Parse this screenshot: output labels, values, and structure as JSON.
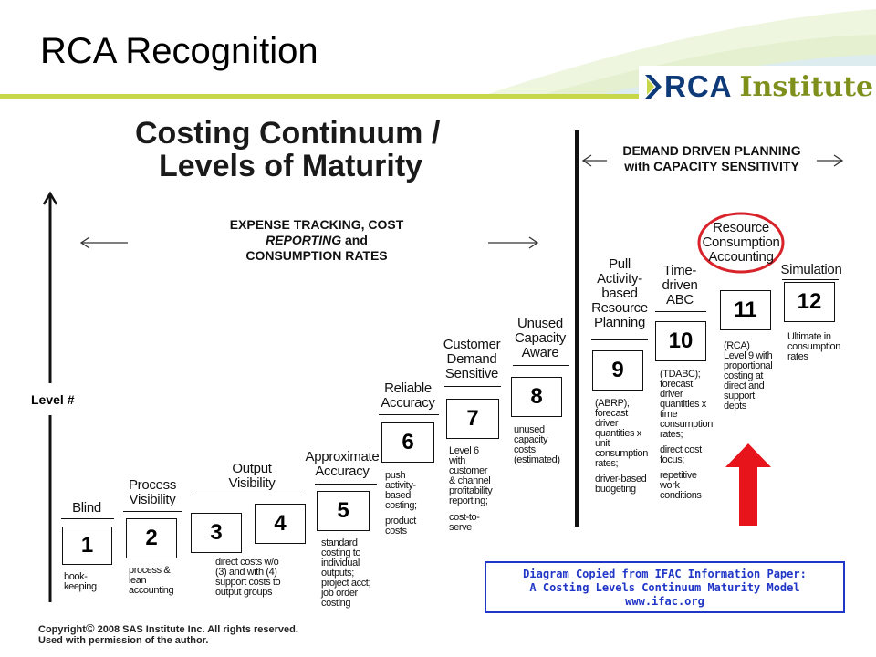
{
  "slide": {
    "title": "RCA Recognition",
    "logo_main": "RCA",
    "logo_sub": "Institute"
  },
  "diagram": {
    "title_line1": "Costing Continuum /",
    "title_line2": "Levels of Maturity",
    "left_heading_line1": "EXPENSE TRACKING, COST",
    "left_heading_line2_em": "REPORTING",
    "left_heading_line2_rest": " and",
    "left_heading_line3": "CONSUMPTION RATES",
    "right_heading_line1": "DEMAND DRIVEN PLANNING",
    "right_heading_line2": "with CAPACITY SENSITIVITY",
    "axis_label": "Level #",
    "levels": [
      {
        "num": "1",
        "label": [
          "Blind"
        ],
        "note": [
          "book-",
          "keeping"
        ]
      },
      {
        "num": "2",
        "label": [
          "Process",
          "Visibility"
        ],
        "note": [
          "process &",
          "lean",
          "accounting"
        ]
      },
      {
        "num": "3",
        "label": [],
        "note": []
      },
      {
        "num": "4",
        "label": [],
        "note": []
      },
      {
        "num": "5",
        "label": [
          "Approximate",
          "Accuracy"
        ],
        "note": [
          "standard",
          "costing to",
          "individual",
          "outputs;",
          "project acct;",
          "job order",
          "costing"
        ]
      },
      {
        "num": "6",
        "label": [
          "Reliable",
          "Accuracy"
        ],
        "note": [
          "push",
          "activity-",
          "based",
          "costing;",
          "",
          "product",
          "costs"
        ]
      },
      {
        "num": "7",
        "label": [
          "Customer",
          "Demand",
          "Sensitive"
        ],
        "note": [
          "Level 6",
          "with",
          "customer",
          "& channel",
          "profitability",
          "reporting;",
          "",
          "cost-to-",
          "serve"
        ]
      },
      {
        "num": "8",
        "label": [
          "Unused",
          "Capacity",
          "Aware"
        ],
        "note": [
          "unused",
          "capacity",
          "costs",
          "(estimated)"
        ]
      },
      {
        "num": "9",
        "label": [
          "Pull",
          "Activity-",
          "based",
          "Resource",
          "Planning"
        ],
        "note": [
          "(ABRP);",
          "forecast",
          "driver",
          "quantities x",
          "unit",
          "consumption",
          "rates;",
          "",
          "driver-based",
          "budgeting"
        ]
      },
      {
        "num": "10",
        "label": [
          "Time-",
          "driven",
          "ABC"
        ],
        "note": [
          "(TDABC);",
          "forecast",
          "driver",
          "quantities x",
          "time",
          "consumption",
          "rates;",
          "",
          "direct cost",
          "focus;",
          "",
          "repetitive",
          "work",
          "conditions"
        ]
      },
      {
        "num": "11",
        "label": [
          "Resource",
          "Consumption",
          "Accounting"
        ],
        "note": [
          "(RCA)",
          "Level 9 with",
          "proportional",
          "costing at",
          "direct and",
          "support",
          "depts"
        ]
      },
      {
        "num": "12",
        "label": [
          "Simulation"
        ],
        "note": [
          "Ultimate in",
          "consumption",
          "rates"
        ]
      }
    ],
    "output_visibility_label": [
      "Output",
      "Visibility"
    ],
    "output_visibility_note": [
      "direct costs w/o",
      "(3) and with (4)",
      "support costs to",
      "output groups"
    ],
    "citation_line1": "Diagram Copied from IFAC Information Paper:",
    "citation_line2": "A Costing Levels Continuum Maturity Model",
    "citation_line3": "www.ifac.org",
    "copyright_line1": "Copyright",
    "copyright_symbol": "©",
    "copyright_line1_rest": "2008 SAS Institute Inc.  All rights reserved.",
    "copyright_line2": "Used with permission of the author.",
    "colors": {
      "highlight_circle": "#d8232a",
      "arrow": "#e8141b",
      "citation": "#1f36c7",
      "accent": "#c8d64a",
      "logo_blue": "#0e3a7a"
    }
  }
}
